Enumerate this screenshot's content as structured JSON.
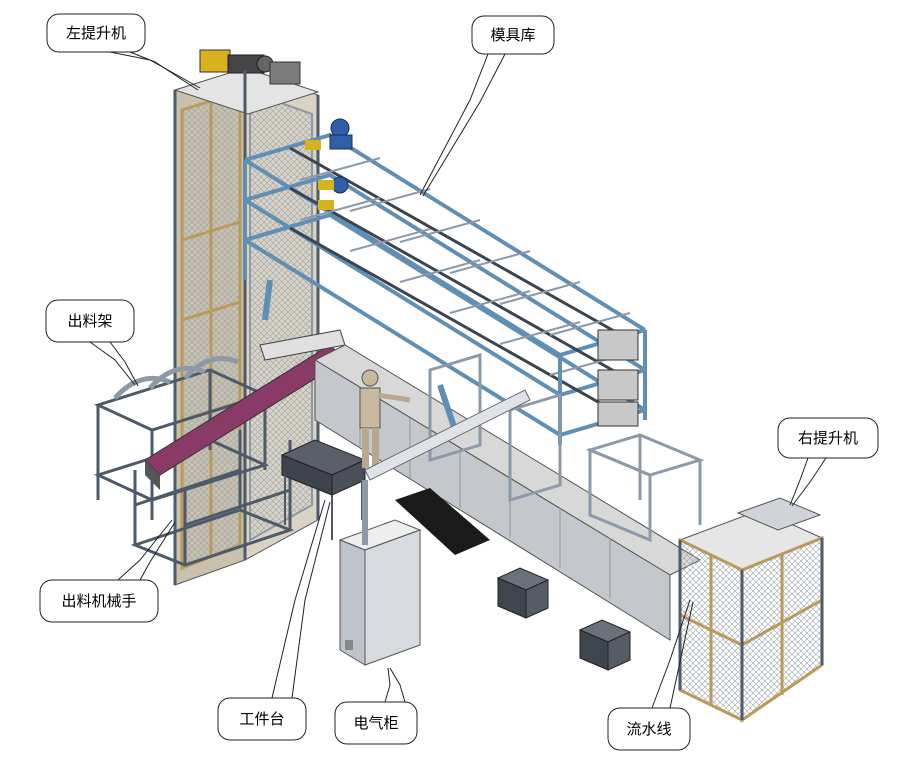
{
  "labels": {
    "left_lift": "左提升机",
    "mold_storage": "模具库",
    "discharge_rack": "出料架",
    "right_lift": "右提升机",
    "discharge_manipulator": "出料机械手",
    "workbench": "工件台",
    "electrical_cabinet": "电气柜",
    "assembly_line": "流水线"
  },
  "colors": {
    "frame_gray": "#8e99a8",
    "frame_dark": "#4f5a68",
    "frame_blue": "#5f8fb5",
    "panel_tan": "#b89a5c",
    "motor_blue": "#2f5fa8",
    "motor_yellow": "#d8b21e",
    "belt_magenta": "#8a3a66",
    "cabinet_light": "#d7dbe0",
    "mat_black": "#1a1a1a",
    "callout_stroke": "#222222"
  }
}
